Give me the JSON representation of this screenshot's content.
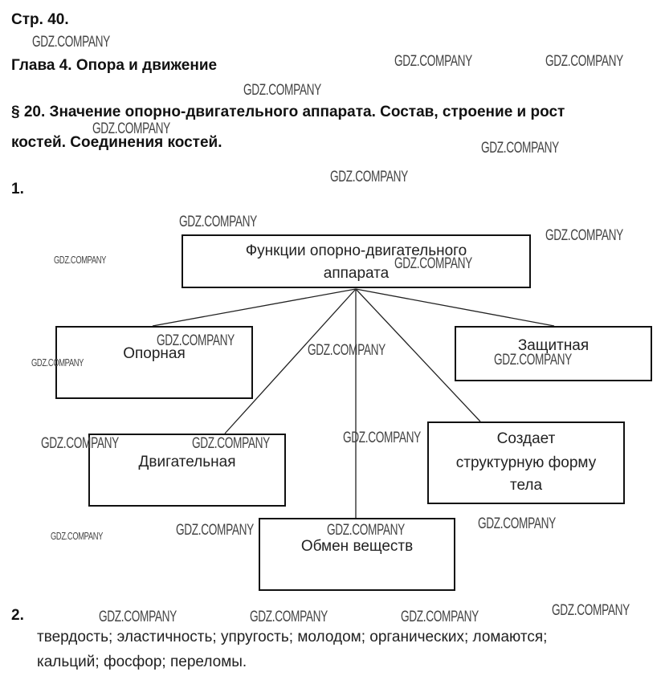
{
  "header": {
    "page": "Стр. 40.",
    "chapter": "Глава 4. Опора и движение",
    "section_line1": "§ 20. Значение опорно-двигательного аппарата. Состав, строение и рост",
    "section_line2": "костей. Соединения костей."
  },
  "task1": {
    "number": "1.",
    "diagram": {
      "root_line1": "Функции опорно-двигательного",
      "root_line2": "аппарата",
      "nodes": {
        "support": "Опорная",
        "protective": "Защитная",
        "motor": "Двигательная",
        "shape_line1": "Создает",
        "shape_line2": "структурную форму",
        "shape_line3": "тела",
        "metabolism": "Обмен веществ"
      }
    }
  },
  "task2": {
    "number": "2.",
    "line1": "твердость; эластичность; упругость; молодом; органических; ломаются;",
    "line2": "кальций; фосфор; переломы."
  },
  "watermark": "GDZ.COMPANY"
}
